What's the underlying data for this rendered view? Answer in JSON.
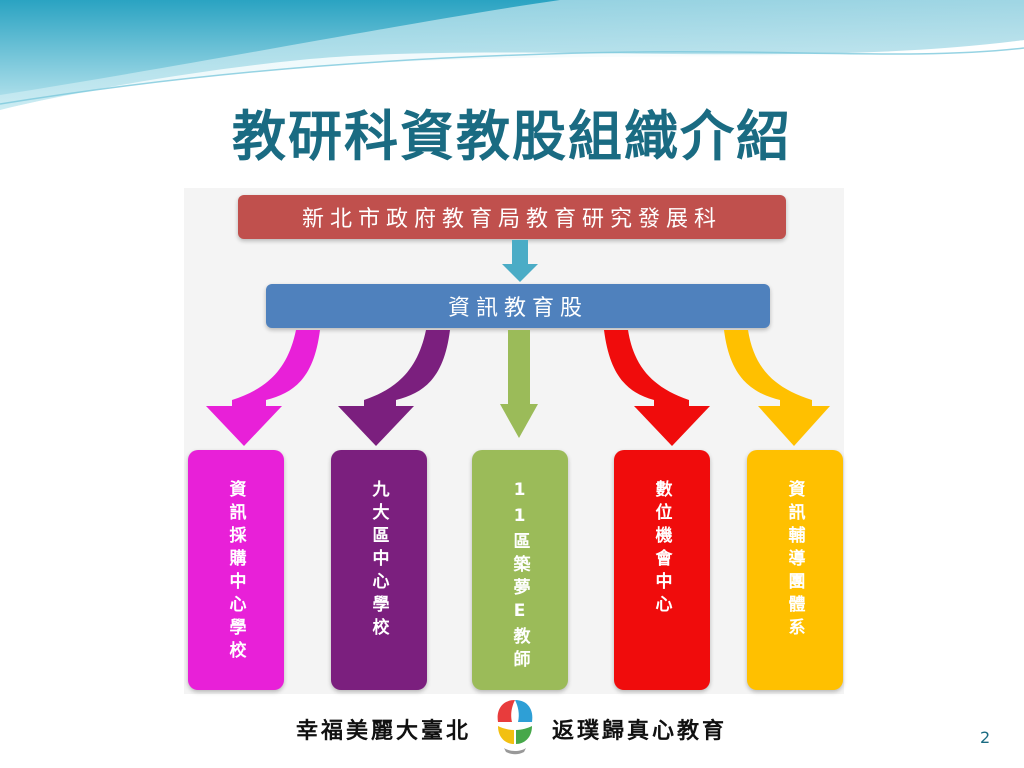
{
  "title": "教研科資教股組織介紹",
  "top_unit": "新北市政府教育局教育研究發展科",
  "middle_unit": "資訊教育股",
  "units": [
    {
      "label": "資訊採購中心學校",
      "color": "#e820d8"
    },
    {
      "label": "九大區中心學校",
      "color": "#7b1f7e"
    },
    {
      "label": "11區築夢E教師",
      "color": "#9bbb59"
    },
    {
      "label": "數位機會中心",
      "color": "#f00c0c"
    },
    {
      "label": "資訊輔導團體系",
      "color": "#ffc000"
    }
  ],
  "footer": {
    "left_slogan": "幸福美麗大臺北",
    "right_slogan": "返璞歸真心教育",
    "page_number": "2"
  },
  "colors": {
    "title": "#1a6b82",
    "top_box": "#c0504d",
    "middle_box": "#4f81bd",
    "connector_arrow": "#4bacc6"
  }
}
